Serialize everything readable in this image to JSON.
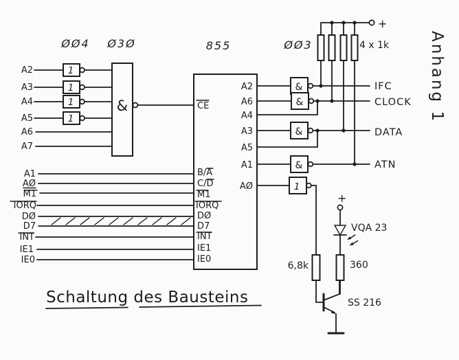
{
  "colors": {
    "paper": "#fbfbf9",
    "ink": "#1d1d1d"
  },
  "annotation": {
    "label": "Anhang 1"
  },
  "caption": {
    "title": "Schaltung des Bausteins"
  },
  "chips": {
    "inverters": "ØØ4",
    "nand": "Ø3Ø",
    "pio": "855",
    "drivers": "ØØ3"
  },
  "symbols": {
    "and": "&",
    "inverter": "1",
    "plus": "+"
  },
  "address_inputs": {
    "a2": "A2",
    "a3": "A3",
    "a4": "A4",
    "a5": "A5",
    "a6": "A6",
    "a7": "A7"
  },
  "cpu_signals": {
    "a1": "A1",
    "a0": "AØ",
    "m1": "M1",
    "iorq": "IORQ",
    "d0": "DØ",
    "d7": "D7",
    "int": "INT",
    "ie1": "IE1",
    "ie0": "IE0"
  },
  "pio_pins_left": {
    "ce": "CE",
    "ba": "B/A",
    "cd": "C/D",
    "m1": "M1",
    "iorq": "IORQ",
    "d0": "DØ",
    "d7": "D7",
    "int": "INT",
    "ie1": "IE1",
    "ie0": "IE0"
  },
  "pio_pins_right": {
    "a2": "A2",
    "a6": "A6",
    "a4": "A4",
    "a3": "A3",
    "a5": "A5",
    "a1": "A1",
    "a0": "AØ"
  },
  "bus_lines": {
    "ifc": "IFC",
    "clock": "CLOCK",
    "data": "DATA",
    "atn": "ATN"
  },
  "components": {
    "pullup_resistors": "4 x 1k",
    "base_resistor": "6,8k",
    "led_resistor": "360",
    "led": "VQA 23",
    "transistor": "SS 216"
  }
}
